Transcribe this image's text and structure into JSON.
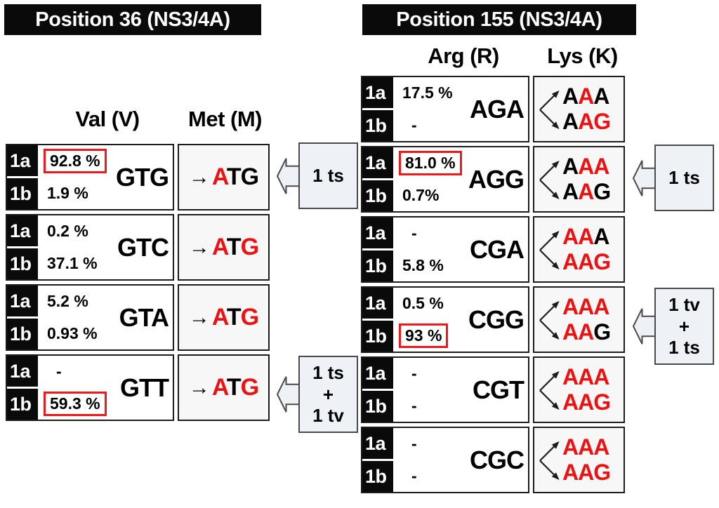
{
  "figure": {
    "red_accent": "#ee1111",
    "box_highlight": "#f01818"
  },
  "panels": [
    {
      "id": "position-36",
      "title": "Position 36 (NS3/4A)",
      "source_header": "Val (V)",
      "target_header": "Met (M)",
      "rows": [
        {
          "codon": "GTG",
          "g1a_label": "1a",
          "g1b_label": "1b",
          "pct_1a": "92.8 %",
          "pct_1b": "1.9 %",
          "highlight": "1a",
          "target": [
            {
              "text": "A",
              "color": "red"
            },
            {
              "text": "T",
              "color": "black"
            },
            {
              "text": "G",
              "color": "black"
            }
          ],
          "callout": "1 ts"
        },
        {
          "codon": "GTC",
          "g1a_label": "1a",
          "g1b_label": "1b",
          "pct_1a": "0.2 %",
          "pct_1b": "37.1 %",
          "highlight": "none",
          "target": [
            {
              "text": "A",
              "color": "red"
            },
            {
              "text": "T",
              "color": "black"
            },
            {
              "text": "G",
              "color": "red"
            }
          ],
          "callout": null
        },
        {
          "codon": "GTA",
          "g1a_label": "1a",
          "g1b_label": "1b",
          "pct_1a": "5.2 %",
          "pct_1b": "0.93 %",
          "highlight": "none",
          "target": [
            {
              "text": "A",
              "color": "red"
            },
            {
              "text": "T",
              "color": "black"
            },
            {
              "text": "G",
              "color": "red"
            }
          ],
          "callout": null
        },
        {
          "codon": "GTT",
          "g1a_label": "1a",
          "g1b_label": "1b",
          "pct_1a": "-",
          "pct_1b": "59.3 %",
          "highlight": "1b",
          "target": [
            {
              "text": "A",
              "color": "red"
            },
            {
              "text": "T",
              "color": "black"
            },
            {
              "text": "G",
              "color": "red"
            }
          ],
          "callout": "1 ts\n+\n1 tv"
        }
      ]
    },
    {
      "id": "position-155",
      "title": "Position 155 (NS3/4A)",
      "source_header": "Arg (R)",
      "target_header": "Lys (K)",
      "rows": [
        {
          "codon": "AGA",
          "g1a_label": "1a",
          "g1b_label": "1b",
          "pct_1a": "17.5 %",
          "pct_1b": "-",
          "highlight": "none",
          "target_top": [
            {
              "text": "A",
              "color": "black"
            },
            {
              "text": "A",
              "color": "red"
            },
            {
              "text": "A",
              "color": "black"
            }
          ],
          "target_bottom": [
            {
              "text": "A",
              "color": "black"
            },
            {
              "text": "A",
              "color": "red"
            },
            {
              "text": "G",
              "color": "red"
            }
          ],
          "callout": null
        },
        {
          "codon": "AGG",
          "g1a_label": "1a",
          "g1b_label": "1b",
          "pct_1a": "81.0 %",
          "pct_1b": "0.7%",
          "highlight": "1a",
          "target_top": [
            {
              "text": "A",
              "color": "black"
            },
            {
              "text": "A",
              "color": "red"
            },
            {
              "text": "A",
              "color": "red"
            }
          ],
          "target_bottom": [
            {
              "text": "A",
              "color": "black"
            },
            {
              "text": "A",
              "color": "red"
            },
            {
              "text": "G",
              "color": "black"
            }
          ],
          "callout": "1 ts"
        },
        {
          "codon": "CGA",
          "g1a_label": "1a",
          "g1b_label": "1b",
          "pct_1a": "-",
          "pct_1b": "5.8 %",
          "highlight": "none",
          "target_top": [
            {
              "text": "A",
              "color": "red"
            },
            {
              "text": "A",
              "color": "red"
            },
            {
              "text": "A",
              "color": "black"
            }
          ],
          "target_bottom": [
            {
              "text": "A",
              "color": "red"
            },
            {
              "text": "A",
              "color": "red"
            },
            {
              "text": "G",
              "color": "red"
            }
          ],
          "callout": null
        },
        {
          "codon": "CGG",
          "g1a_label": "1a",
          "g1b_label": "1b",
          "pct_1a": "0.5 %",
          "pct_1b": "93 %",
          "highlight": "1b",
          "target_top": [
            {
              "text": "A",
              "color": "red"
            },
            {
              "text": "A",
              "color": "red"
            },
            {
              "text": "A",
              "color": "red"
            }
          ],
          "target_bottom": [
            {
              "text": "A",
              "color": "red"
            },
            {
              "text": "A",
              "color": "red"
            },
            {
              "text": "G",
              "color": "black"
            }
          ],
          "callout": "1 tv\n+\n1 ts"
        },
        {
          "codon": "CGT",
          "g1a_label": "1a",
          "g1b_label": "1b",
          "pct_1a": "-",
          "pct_1b": "-",
          "highlight": "none",
          "target_top": [
            {
              "text": "A",
              "color": "red"
            },
            {
              "text": "A",
              "color": "red"
            },
            {
              "text": "A",
              "color": "red"
            }
          ],
          "target_bottom": [
            {
              "text": "A",
              "color": "red"
            },
            {
              "text": "A",
              "color": "red"
            },
            {
              "text": "G",
              "color": "red"
            }
          ],
          "callout": null
        },
        {
          "codon": "CGC",
          "g1a_label": "1a",
          "g1b_label": "1b",
          "pct_1a": "-",
          "pct_1b": "-",
          "highlight": "none",
          "target_top": [
            {
              "text": "A",
              "color": "red"
            },
            {
              "text": "A",
              "color": "red"
            },
            {
              "text": "A",
              "color": "red"
            }
          ],
          "target_bottom": [
            {
              "text": "A",
              "color": "red"
            },
            {
              "text": "A",
              "color": "red"
            },
            {
              "text": "G",
              "color": "red"
            }
          ],
          "callout": null
        }
      ]
    }
  ]
}
